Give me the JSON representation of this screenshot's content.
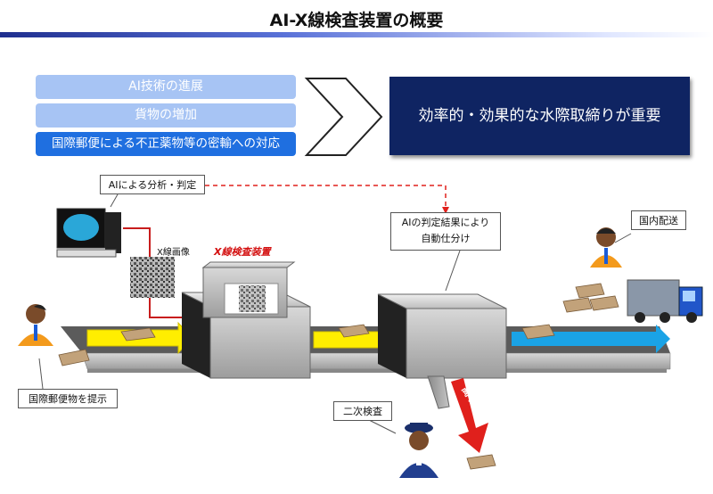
{
  "title": "AI-X線検査装置の概要",
  "factors": [
    {
      "label": "AI技術の進展"
    },
    {
      "label": "貨物の増加"
    },
    {
      "label": "国際郵便による不正薬物等の密輸への対応"
    }
  ],
  "main_message": "効率的・効果的な水際取締りが重要",
  "callouts": {
    "ai_analysis": "AIによる分析・判定",
    "auto_sort_line1": "AIの判定結果により",
    "auto_sort_line2": "自動仕分け",
    "domestic_delivery": "国内配送",
    "submit_mail": "国際郵便物を提示",
    "secondary_inspection": "二次検査"
  },
  "labels": {
    "xray_image": "X線画像",
    "xray_device": "X線検査装置",
    "high_risk": "高リスク"
  },
  "colors": {
    "title_bar_dark": "#1f2f8f",
    "factor_light": "#a7c4f4",
    "factor_dark": "#1f6fe0",
    "main_box": "#0f2462",
    "yellow_arrow": "#ffee00",
    "blue_arrow": "#1aa3e6",
    "red_arrow": "#e0201c",
    "dashed_line": "#e0201c"
  }
}
